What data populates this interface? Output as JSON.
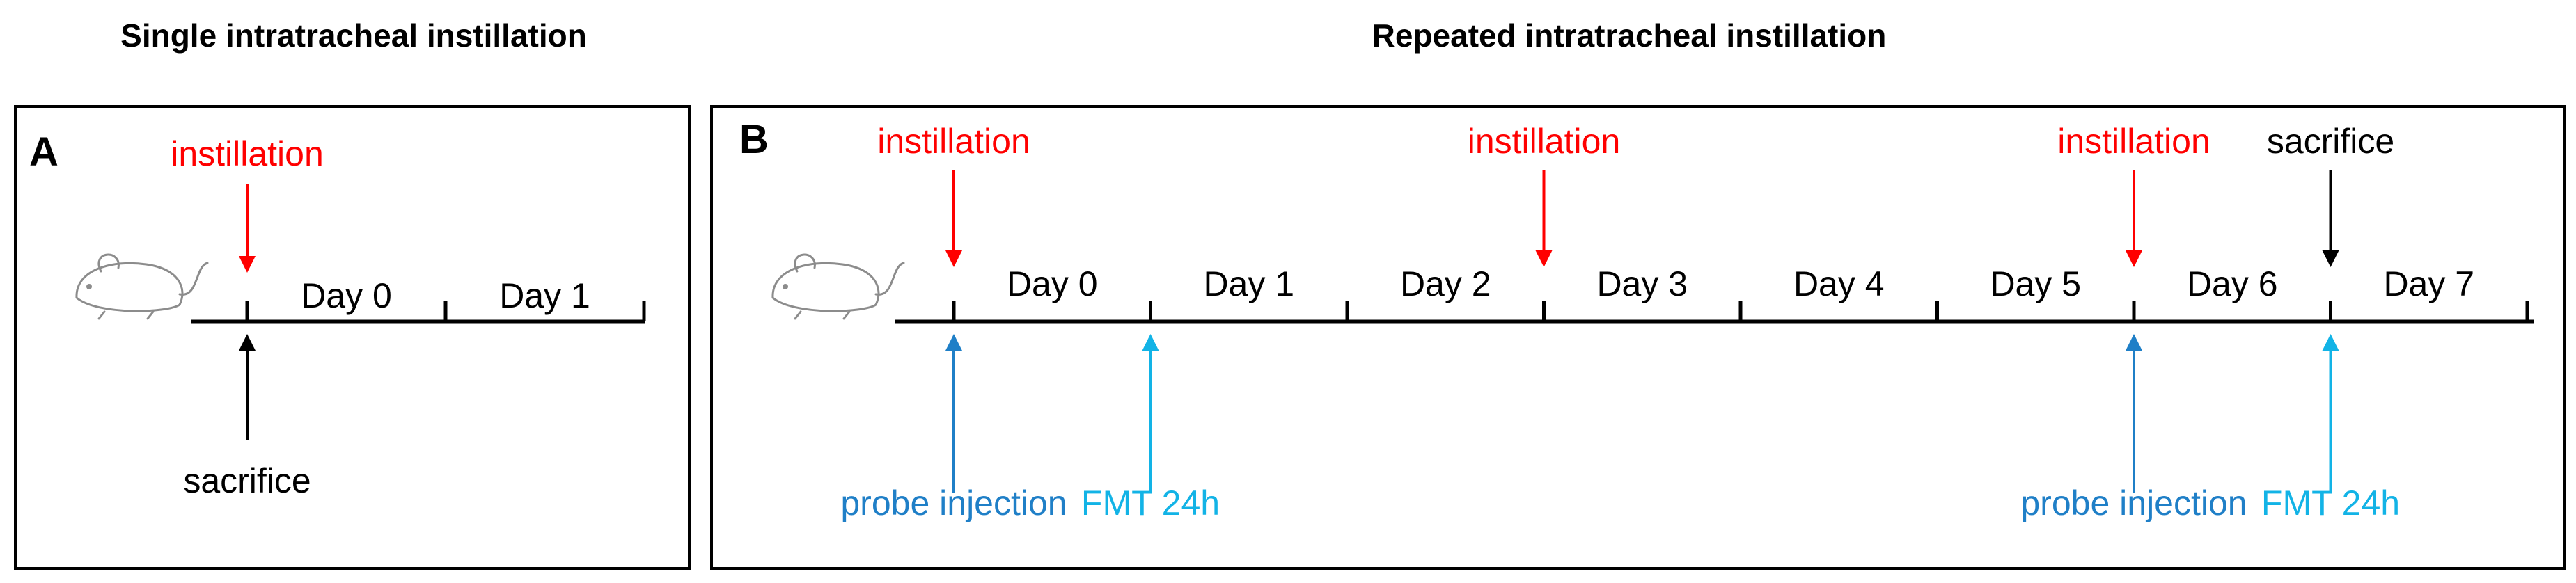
{
  "colors": {
    "instillation": "#ff0000",
    "sacrifice": "#000000",
    "probe": "#1f7fc7",
    "fmt": "#12b3e6",
    "line": "#000000",
    "panel_border": "#000000",
    "mouse": "#8c8c8c"
  },
  "titles": {
    "single": "Single intratracheal instillation",
    "repeated": "Repeated intratracheal instillation"
  },
  "panelA": {
    "label": "A",
    "icon": "mouse-icon",
    "days": [
      "Day 0",
      "Day 1"
    ],
    "events": [
      {
        "id": "instillation",
        "label": "instillation",
        "color_key": "instillation",
        "tick": 0,
        "side": "above"
      },
      {
        "id": "sacrifice",
        "label": "sacrifice",
        "color_key": "sacrifice",
        "tick": 0,
        "side": "below"
      }
    ]
  },
  "panelB": {
    "label": "B",
    "icon": "mouse-icon",
    "days": [
      "Day 0",
      "Day 1",
      "Day 2",
      "Day 3",
      "Day 4",
      "Day 5",
      "Day 6",
      "Day 7"
    ],
    "events": [
      {
        "id": "instillation-1",
        "label": "instillation",
        "color_key": "instillation",
        "tick": 0,
        "side": "above"
      },
      {
        "id": "instillation-2",
        "label": "instillation",
        "color_key": "instillation",
        "tick": 3,
        "side": "above"
      },
      {
        "id": "instillation-3",
        "label": "instillation",
        "color_key": "instillation",
        "tick": 6,
        "side": "above"
      },
      {
        "id": "sacrifice",
        "label": "sacrifice",
        "color_key": "sacrifice",
        "tick": 7,
        "side": "above"
      },
      {
        "id": "probe-injection-1",
        "label": "probe injection",
        "color_key": "probe",
        "tick": 0,
        "side": "below"
      },
      {
        "id": "fmt-24h-1",
        "label": "FMT 24h",
        "color_key": "fmt",
        "tick": 1,
        "side": "below"
      },
      {
        "id": "probe-injection-2",
        "label": "probe injection",
        "color_key": "probe",
        "tick": 6,
        "side": "below"
      },
      {
        "id": "fmt-24h-2",
        "label": "FMT 24h",
        "color_key": "fmt",
        "tick": 7,
        "side": "below"
      }
    ]
  }
}
